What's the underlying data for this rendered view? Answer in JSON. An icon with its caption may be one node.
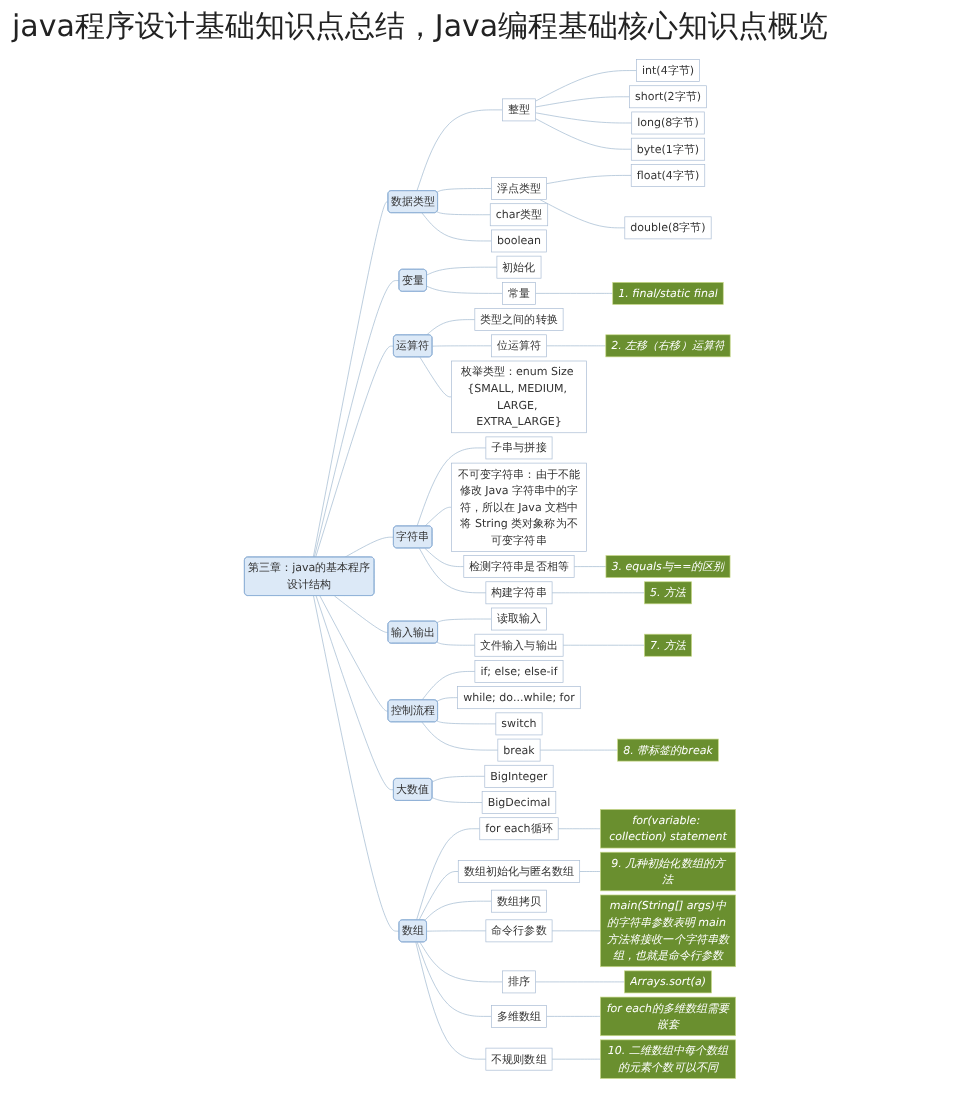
{
  "diagram": {
    "title": "java程序设计基础知识点总结，Java编程基础核心知识点概览",
    "nodes": [
      {
        "text": [
          "第三章：java的基本程序设计结构"
        ]
      },
      {
        "text": [
          "数据类型"
        ]
      },
      {
        "text": [
          "整型"
        ]
      },
      {
        "text": [
          "int(4字节)"
        ]
      },
      {
        "text": [
          "short(2字节)"
        ]
      },
      {
        "text": [
          "long(8字节)"
        ]
      },
      {
        "text": [
          "byte(1字节)"
        ]
      },
      {
        "text": [
          "浮点类型"
        ]
      },
      {
        "text": [
          "float(4字节)"
        ]
      },
      {
        "text": [
          "double(8字节)"
        ]
      },
      {
        "text": [
          "char类型"
        ]
      },
      {
        "text": [
          "boolean"
        ]
      },
      {
        "text": [
          "变量"
        ]
      },
      {
        "text": [
          "初始化"
        ]
      },
      {
        "text": [
          "常量"
        ]
      },
      {
        "text": [
          "1. final/static final"
        ]
      },
      {
        "text": [
          "运算符"
        ]
      },
      {
        "text": [
          "类型之间的转换"
        ]
      },
      {
        "text": [
          "位运算符"
        ]
      },
      {
        "text": [
          "2. 左移（右移）运算符"
        ]
      },
      {
        "text": [
          "枚举类型：enum Size {SMALL, MEDIUM, LARGE, EXTRA_LARGE}"
        ]
      },
      {
        "text": [
          "字符串"
        ]
      },
      {
        "text": [
          "子串与拼接"
        ]
      },
      {
        "text": [
          "不可变字符串：由于不能修改 Java 字符串中的字符，所以在 Java 文档中将 String 类对象称为不可变字符串"
        ]
      },
      {
        "text": [
          "检测字符串是否相等"
        ]
      },
      {
        "text": [
          "3. equals与==的区别"
        ]
      },
      {
        "text": [
          "构建字符串"
        ]
      },
      {
        "text": [
          "5. 方法"
        ]
      },
      {
        "text": [
          "输入输出"
        ]
      },
      {
        "text": [
          "读取输入"
        ]
      },
      {
        "text": [
          "文件输入与输出"
        ]
      },
      {
        "text": [
          "7. 方法"
        ]
      },
      {
        "text": [
          "控制流程"
        ]
      },
      {
        "text": [
          "if; else; else-if"
        ]
      },
      {
        "text": [
          "while; do...while; for"
        ]
      },
      {
        "text": [
          "switch"
        ]
      },
      {
        "text": [
          "break"
        ]
      },
      {
        "text": [
          "8. 带标签的break"
        ]
      },
      {
        "text": [
          "大数值"
        ]
      },
      {
        "text": [
          "BigInteger"
        ]
      },
      {
        "text": [
          "BigDecimal"
        ]
      },
      {
        "text": [
          "数组"
        ]
      },
      {
        "text": [
          "for each循环"
        ]
      },
      {
        "text": [
          "for(variable: collection) statement"
        ]
      },
      {
        "text": [
          "数组初始化与匿名数组"
        ]
      },
      {
        "text": [
          "9. 几种初始化数组的方法"
        ]
      },
      {
        "text": [
          "数组拷贝"
        ]
      },
      {
        "text": [
          "命令行参数"
        ]
      },
      {
        "text": [
          "main(String[] args)中的字符串参数表明 main 方法将接收一个字符串数组，也就是命令行参数"
        ]
      },
      {
        "text": [
          "排序"
        ]
      },
      {
        "text": [
          "Arrays.sort(a)"
        ]
      },
      {
        "text": [
          "多维数组"
        ]
      },
      {
        "text": [
          "for each的多维数组需要嵌套"
        ]
      },
      {
        "text": [
          "不规则数组"
        ]
      },
      {
        "text": [
          "10. 二维数组中每个数组的元素个数可以不同"
        ]
      }
    ],
    "edges": [
      {
        "from": 0,
        "to": 1,
        "arrow": "none"
      },
      {
        "from": 1,
        "to": 2,
        "arrow": "none"
      },
      {
        "from": 2,
        "to": 3,
        "arrow": "none"
      },
      {
        "from": 2,
        "to": 4,
        "arrow": "none"
      },
      {
        "from": 2,
        "to": 5,
        "arrow": "none"
      },
      {
        "from": 2,
        "to": 6,
        "arrow": "none"
      },
      {
        "from": 1,
        "to": 7,
        "arrow": "none"
      },
      {
        "from": 7,
        "to": 8,
        "arrow": "none"
      },
      {
        "from": 7,
        "to": 9,
        "arrow": "none"
      },
      {
        "from": 1,
        "to": 10,
        "arrow": "none"
      },
      {
        "from": 1,
        "to": 11,
        "arrow": "none"
      },
      {
        "from": 0,
        "to": 12,
        "arrow": "none"
      },
      {
        "from": 12,
        "to": 13,
        "arrow": "none"
      },
      {
        "from": 12,
        "to": 14,
        "arrow": "none"
      },
      {
        "from": 14,
        "to": 15,
        "arrow": "none"
      },
      {
        "from": 0,
        "to": 16,
        "arrow": "none"
      },
      {
        "from": 16,
        "to": 17,
        "arrow": "none"
      },
      {
        "from": 16,
        "to": 18,
        "arrow": "none"
      },
      {
        "from": 18,
        "to": 19,
        "arrow": "none"
      },
      {
        "from": 16,
        "to": 20,
        "arrow": "none"
      },
      {
        "from": 0,
        "to": 21,
        "arrow": "none"
      },
      {
        "from": 21,
        "to": 22,
        "arrow": "none"
      },
      {
        "from": 21,
        "to": 23,
        "arrow": "none"
      },
      {
        "from": 21,
        "to": 24,
        "arrow": "none"
      },
      {
        "from": 24,
        "to": 25,
        "arrow": "none"
      },
      {
        "from": 21,
        "to": 26,
        "arrow": "none"
      },
      {
        "from": 26,
        "to": 27,
        "arrow": "none"
      },
      {
        "from": 0,
        "to": 28,
        "arrow": "none"
      },
      {
        "from": 28,
        "to": 29,
        "arrow": "none"
      },
      {
        "from": 28,
        "to": 30,
        "arrow": "none"
      },
      {
        "from": 30,
        "to": 31,
        "arrow": "none"
      },
      {
        "from": 0,
        "to": 32,
        "arrow": "none"
      },
      {
        "from": 32,
        "to": 33,
        "arrow": "none"
      },
      {
        "from": 32,
        "to": 34,
        "arrow": "none"
      },
      {
        "from": 32,
        "to": 35,
        "arrow": "none"
      },
      {
        "from": 32,
        "to": 36,
        "arrow": "none"
      },
      {
        "from": 36,
        "to": 37,
        "arrow": "none"
      },
      {
        "from": 0,
        "to": 38,
        "arrow": "none"
      },
      {
        "from": 38,
        "to": 39,
        "arrow": "none"
      },
      {
        "from": 38,
        "to": 40,
        "arrow": "none"
      },
      {
        "from": 0,
        "to": 41,
        "arrow": "none"
      },
      {
        "from": 41,
        "to": 42,
        "arrow": "none"
      },
      {
        "from": 42,
        "to": 43,
        "arrow": "none"
      },
      {
        "from": 41,
        "to": 44,
        "arrow": "none"
      },
      {
        "from": 44,
        "to": 45,
        "arrow": "none"
      },
      {
        "from": 41,
        "to": 46,
        "arrow": "none"
      },
      {
        "from": 41,
        "to": 47,
        "arrow": "none"
      },
      {
        "from": 47,
        "to": 48,
        "arrow": "none"
      },
      {
        "from": 41,
        "to": 49,
        "arrow": "none"
      },
      {
        "from": 49,
        "to": 50,
        "arrow": "none"
      },
      {
        "from": 41,
        "to": 51,
        "arrow": "none"
      },
      {
        "from": 51,
        "to": 52,
        "arrow": "none"
      },
      {
        "from": 41,
        "to": 53,
        "arrow": "none"
      },
      {
        "from": 53,
        "to": 54,
        "arrow": "none"
      }
    ]
  }
}
